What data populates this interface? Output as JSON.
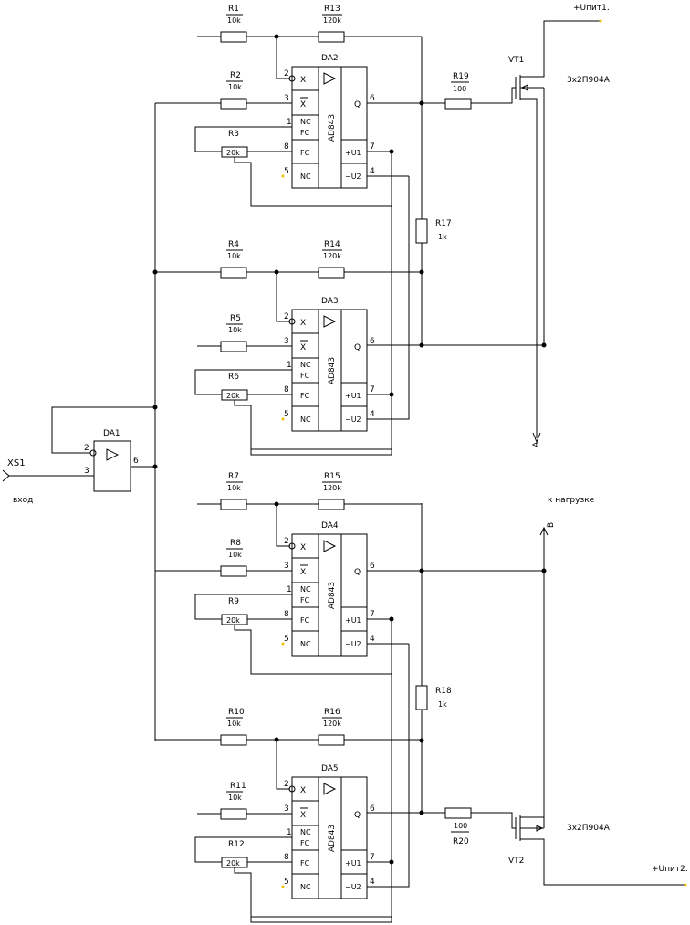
{
  "diagram": {
    "input": {
      "connector": "XS1",
      "label": "вход"
    },
    "buffer": {
      "ref": "DA1",
      "pin_inv": "2",
      "pin_in": "3",
      "pin_out": "6"
    },
    "opamp_part": "AD843",
    "opamp_pins": {
      "x": "X",
      "xbar": "X",
      "nc": "NC",
      "fc": "FC",
      "q": "Q",
      "vplus": "+U1",
      "vminus": "−U2"
    },
    "pin_numbers": {
      "p1": "1",
      "p2": "2",
      "p3": "3",
      "p4": "4",
      "p5": "5",
      "p6": "6",
      "p7": "7",
      "p8": "8"
    },
    "stages": [
      {
        "ref": "DA2",
        "r_in_a": {
          "ref": "R1",
          "value": "10k"
        },
        "r_fb": {
          "ref": "R13",
          "value": "120k"
        },
        "r_in_b": {
          "ref": "R2",
          "value": "10k"
        },
        "r_fc": {
          "ref": "R3",
          "value": "20k"
        }
      },
      {
        "ref": "DA3",
        "r_in_a": {
          "ref": "R4",
          "value": "10k"
        },
        "r_fb": {
          "ref": "R14",
          "value": "120k"
        },
        "r_in_b": {
          "ref": "R5",
          "value": "10k"
        },
        "r_fc": {
          "ref": "R6",
          "value": "20k"
        }
      },
      {
        "ref": "DA4",
        "r_in_a": {
          "ref": "R7",
          "value": "10k"
        },
        "r_fb": {
          "ref": "R15",
          "value": "120k"
        },
        "r_in_b": {
          "ref": "R8",
          "value": "10k"
        },
        "r_fc": {
          "ref": "R9",
          "value": "20k"
        }
      },
      {
        "ref": "DA5",
        "r_in_a": {
          "ref": "R10",
          "value": "10k"
        },
        "r_fb": {
          "ref": "R16",
          "value": "120k"
        },
        "r_in_b": {
          "ref": "R11",
          "value": "10k"
        },
        "r_fc": {
          "ref": "R12",
          "value": "20k"
        }
      }
    ],
    "coupling_resistors": [
      {
        "ref": "R17",
        "value": "1k"
      },
      {
        "ref": "R18",
        "value": "1k"
      }
    ],
    "gate_resistors": [
      {
        "ref": "R19",
        "value": "100"
      },
      {
        "ref": "R20",
        "value": "100"
      }
    ],
    "transistors": [
      {
        "ref": "VT1",
        "type": "3x2П904А"
      },
      {
        "ref": "VT2",
        "type": "3x2П904А"
      }
    ],
    "supplies": {
      "top": "+Uпит1.",
      "bottom": "+Uпит2."
    },
    "load": {
      "label": "к нагрузке",
      "terminal_a": "А",
      "terminal_b": "B"
    }
  }
}
